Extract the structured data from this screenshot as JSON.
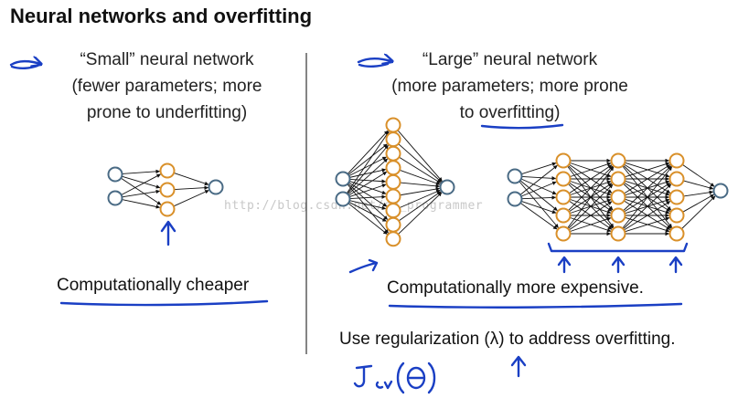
{
  "title": "Neural networks and overfitting",
  "left": {
    "caption_lines": [
      "“Small” neural network",
      "(fewer parameters; more",
      "prone to underfitting)"
    ],
    "bottom_label": "Computationally cheaper"
  },
  "right": {
    "caption_lines": [
      "“Large” neural network",
      "(more parameters; more prone"
    ],
    "caption_line3_prefix": "to ",
    "caption_line3_emph": "overfitting",
    "caption_line3_suffix": ")",
    "bottom_label": "Computationally more expensive.",
    "regularization_text": "Use regularization (λ) to address overfitting."
  },
  "handwriting": "Jcv(Θ)",
  "watermark": "http://blog.csdn.net/sd_programmer",
  "colors": {
    "input_node": "#4a6b85",
    "hidden_node": "#d9902a",
    "ink_blue": "#1a3fc4",
    "edge": "#111111"
  }
}
